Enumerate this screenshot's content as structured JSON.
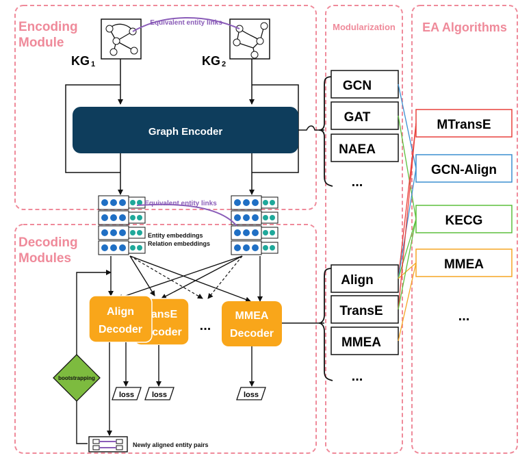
{
  "sections": {
    "encoding_title_line1": "Encoding",
    "encoding_title_line2": "Module",
    "decoding_title_line1": "Decoding",
    "decoding_title_line2": "Modules",
    "modularization_title": "Modularization",
    "ea_title": "EA Algorithms"
  },
  "kg": {
    "kg1_label": "KG",
    "kg1_sub": "1",
    "kg2_label": "KG",
    "kg2_sub": "2",
    "link_top": "Equivalent entity links",
    "link_mid": "Equivalent entity links"
  },
  "encoder": {
    "label": "Graph Encoder"
  },
  "embeddings": {
    "entity": "Entity embeddings",
    "relation": "Relation embeddings"
  },
  "decoders": {
    "align_line1": "Align",
    "align_line2": "Decoder",
    "transe_line1": "ansE",
    "transe_line2": "coder",
    "ellipsis": "...",
    "mmea_line1": "MMEA",
    "mmea_line2": "Decoder"
  },
  "loss": {
    "label": "loss"
  },
  "bootstrapping": "bootstrapping",
  "new_pairs": "Newly aligned entity pairs",
  "modules_top": [
    "GCN",
    "GAT",
    "NAEA",
    "..."
  ],
  "modules_bottom": [
    "Align",
    "TransE",
    "MMEA",
    "..."
  ],
  "algorithms": [
    "MTransE",
    "GCN-Align",
    "KECG",
    "MMEA",
    "..."
  ],
  "colors": {
    "section_pink": "#ef8a9a",
    "encoder_navy": "#0e3d5c",
    "decoder_orange": "#f9a61a",
    "mtranse_red": "#e8413c",
    "gcnalign_blue": "#3a8fd0",
    "kecg_green": "#5cbf3c",
    "mmea_orange": "#f5a623",
    "link_purple": "#8a5cb8",
    "bootstrap_green": "#7dbb3f"
  }
}
